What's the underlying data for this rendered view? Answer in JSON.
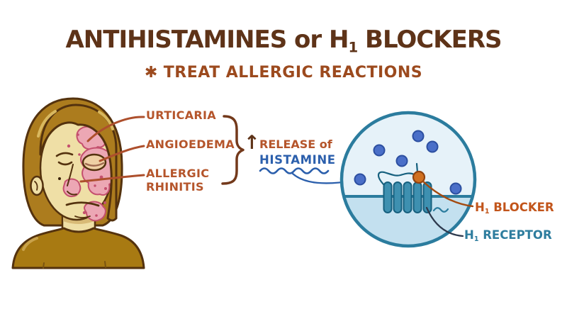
{
  "title": {
    "pre": "ANTIHISTAMINES or H",
    "sub": "1",
    "post": " BLOCKERS"
  },
  "subtitle": {
    "asterisk": "✱",
    "text": "TREAT ALLERGIC REACTIONS"
  },
  "symptoms": {
    "items": [
      {
        "label": "URTICARIA"
      },
      {
        "label": "ANGIOEDEMA"
      },
      {
        "label": "ALLERGIC RHINITIS"
      }
    ]
  },
  "effect": {
    "arrow": "↑",
    "line1": "RELEASE of",
    "line2": "HISTAMINE"
  },
  "cell_labels": {
    "blocker": {
      "pre": "H",
      "sub": "1",
      "post": " BLOCKER"
    },
    "receptor": {
      "pre": "H",
      "sub": "1",
      "post": " RECEPTOR"
    },
    "histamine_molecule_count": 6
  },
  "colors": {
    "background": "#FFFFFF",
    "titleBrown": "#5E3318",
    "subtitleBrown": "#9C4A1E",
    "labelOrange": "#B5552B",
    "pointer": "#AD4F2C",
    "brace": "#73391B",
    "histBlue": "#2B5FAC",
    "teal": "#2B7C9E",
    "cellTop": "#E6F2F9",
    "cellBottom": "#C3E0EF",
    "dotBlue": "#4A6FC8",
    "dotStroke": "#2C4FA0",
    "capsule": "#3E90B0",
    "capsuleStroke": "#16607E",
    "blockerFill": "#D07020",
    "blockerStroke": "#8F4310",
    "blockerLeader": "#A34A10",
    "blockerLabel": "#C2551B",
    "receptorLabel": "#2E7D9E",
    "hair": "#AC7C1E",
    "skin": "#EFDFA6",
    "outline": "#54320E",
    "shirt": "#A87A12",
    "rashFill": "#ECA7B4",
    "rashStroke": "#C4506E"
  }
}
